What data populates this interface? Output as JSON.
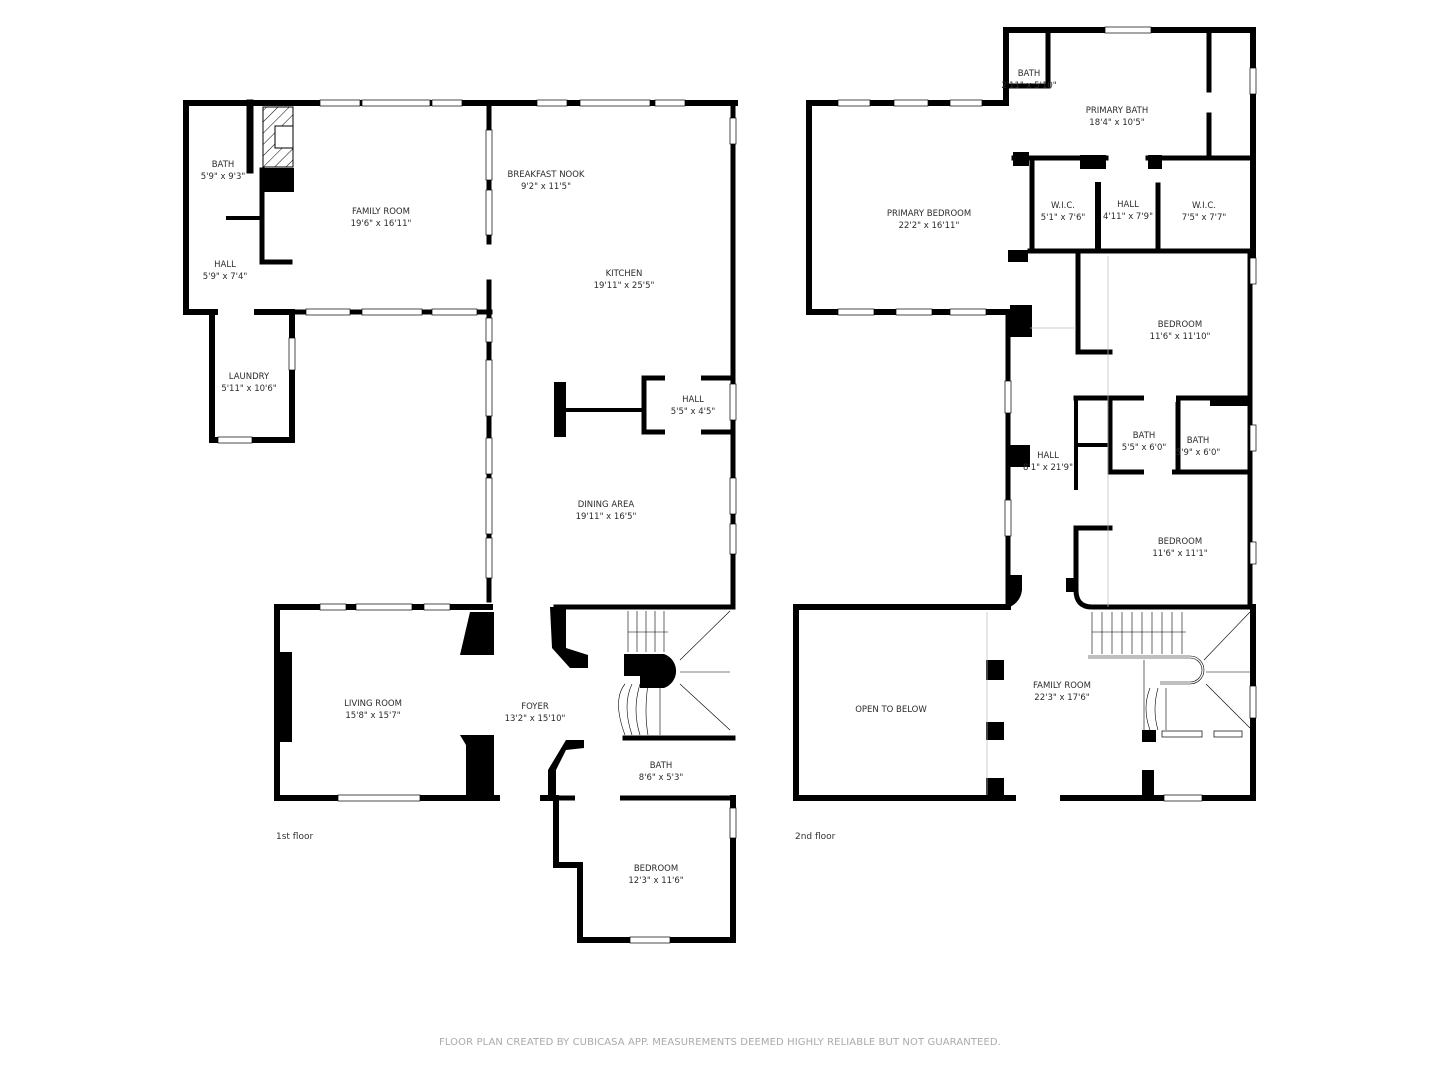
{
  "floors": [
    {
      "caption": "1st floor",
      "rooms": [
        {
          "name": "BATH",
          "dim": "5'9\" x 9'3\""
        },
        {
          "name": "FAMILY ROOM",
          "dim": "19'6\" x 16'11\""
        },
        {
          "name": "BREAKFAST NOOK",
          "dim": "9'2\" x 11'5\""
        },
        {
          "name": "HALL",
          "dim": "5'9\" x 7'4\""
        },
        {
          "name": "KITCHEN",
          "dim": "19'11\" x 25'5\""
        },
        {
          "name": "LAUNDRY",
          "dim": "5'11\" x 10'6\""
        },
        {
          "name": "HALL",
          "dim": "5'5\" x 4'5\""
        },
        {
          "name": "DINING AREA",
          "dim": "19'11\" x 16'5\""
        },
        {
          "name": "LIVING ROOM",
          "dim": "15'8\" x 15'7\""
        },
        {
          "name": "FOYER",
          "dim": "13'2\" x 15'10\""
        },
        {
          "name": "BATH",
          "dim": "8'6\" x 5'3\""
        },
        {
          "name": "BEDROOM",
          "dim": "12'3\" x 11'6\""
        }
      ]
    },
    {
      "caption": "2nd floor",
      "rooms": [
        {
          "name": "BATH",
          "dim": "2'11\" x 5'10\""
        },
        {
          "name": "PRIMARY BATH",
          "dim": "18'4\" x 10'5\""
        },
        {
          "name": "PRIMARY BEDROOM",
          "dim": "22'2\" x 16'11\""
        },
        {
          "name": "W.I.C.",
          "dim": "5'1\" x 7'6\""
        },
        {
          "name": "HALL",
          "dim": "4'11\" x 7'9\""
        },
        {
          "name": "W.I.C.",
          "dim": "7'5\" x 7'7\""
        },
        {
          "name": "BEDROOM",
          "dim": "11'6\" x 11'10\""
        },
        {
          "name": "BATH",
          "dim": "5'5\" x 6'0\""
        },
        {
          "name": "BATH",
          "dim": "5'9\" x 6'0\""
        },
        {
          "name": "HALL",
          "dim": "8'1\" x 21'9\""
        },
        {
          "name": "BEDROOM",
          "dim": "11'6\" x 11'1\""
        },
        {
          "name": "OPEN TO BELOW",
          "dim": ""
        },
        {
          "name": "FAMILY ROOM",
          "dim": "22'3\" x 17'6\""
        }
      ]
    }
  ],
  "footer": "FLOOR PLAN CREATED BY CUBICASA APP. MEASUREMENTS DEEMED HIGHLY RELIABLE BUT NOT GUARANTEED.",
  "colors": {
    "wall": "#000000",
    "window": "#ffffff",
    "background": "#ffffff",
    "footer_text": "#aaaaaa"
  }
}
